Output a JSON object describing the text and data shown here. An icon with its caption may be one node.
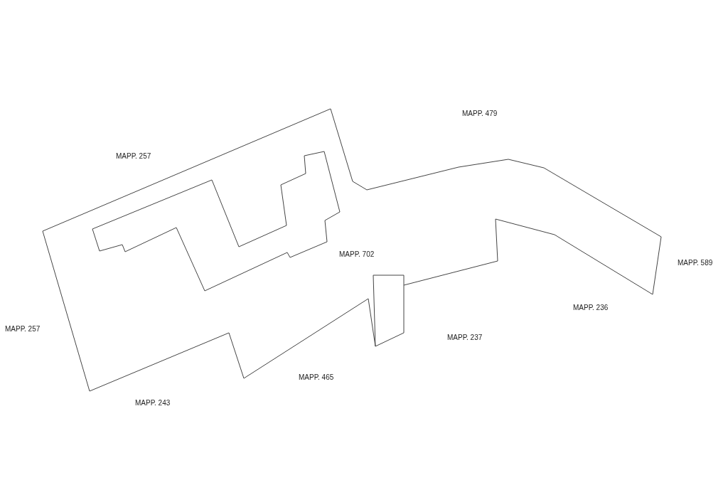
{
  "diagram": {
    "nodes": [
      {
        "text": [
          "MAPP. 702"
        ]
      }
    ],
    "labels": [
      "MAPP. 479",
      "MAPP. 257",
      "MAPP. 589",
      "MAPP. 257",
      "MAPP. 236",
      "MAPP. 237",
      "MAPP. 465",
      "MAPP. 243"
    ]
  }
}
